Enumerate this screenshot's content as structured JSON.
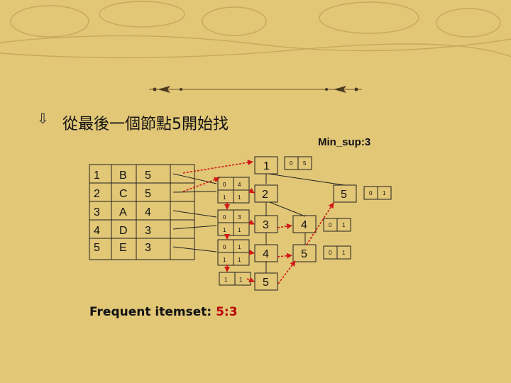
{
  "slide": {
    "title": "從最後一個節點5開始找",
    "min_sup": "Min_sup:3",
    "frequent_label": "Frequent itemset:",
    "frequent_value": "5:3"
  },
  "table": {
    "rows": [
      [
        "1",
        "B",
        "5"
      ],
      [
        "2",
        "C",
        "5"
      ],
      [
        "3",
        "A",
        "4"
      ],
      [
        "4",
        "D",
        "3"
      ],
      [
        "5",
        "E",
        "3"
      ]
    ]
  },
  "vectors": [
    [
      "0",
      "4",
      "1",
      "1"
    ],
    [
      "0",
      "3",
      "1",
      "1"
    ],
    [
      "0",
      "1",
      "1",
      "1"
    ],
    [
      "1",
      "1"
    ]
  ],
  "tree": {
    "nodes": [
      "1",
      "2",
      "5",
      "3",
      "4",
      "4",
      "5",
      "5"
    ],
    "bitmaps": [
      [
        "0",
        "5"
      ],
      [
        "0",
        "1"
      ],
      [
        "0",
        "1"
      ],
      [
        "0",
        "1"
      ]
    ]
  },
  "colors": {
    "background": "#e1c776",
    "pointer_arrow": "#d01818",
    "highlight_text": "#b80000"
  }
}
